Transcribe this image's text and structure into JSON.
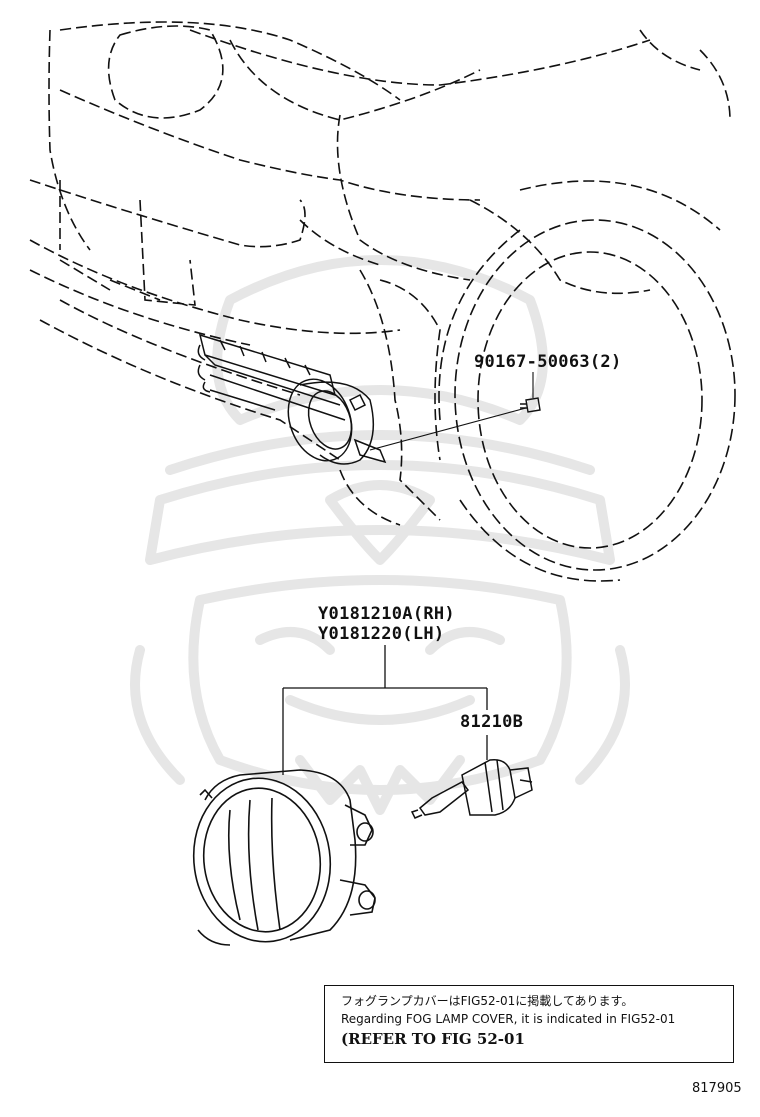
{
  "parts": {
    "bolt": "90167-50063(2)",
    "lamp_rh": "Y0181210A(RH)",
    "lamp_lh": "Y0181220(LH)",
    "bulb": "81210B"
  },
  "note": {
    "line_jp": "フォグランプカバーはFIG52-01に掲載してあります。",
    "line_en": "Regarding FOG LAMP COVER, it is indicated in FIG52-01",
    "line_ref": "(REFER TO FIG 52-01"
  },
  "figure_id": "817905",
  "colors": {
    "line": "#111111",
    "watermark": "#e6e6e6"
  },
  "icons": {
    "watermark": "samurai-helmet-watermark-icon"
  }
}
